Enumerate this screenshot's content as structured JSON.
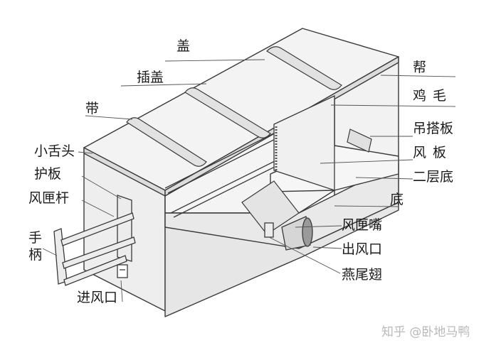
{
  "labels": {
    "gai": "盖",
    "chagai": "插盖",
    "dai": "带",
    "xiaoshetou": "小舌头",
    "huban": "护板",
    "fengxianggan": "风匣杆",
    "shou": "手",
    "bing": "柄",
    "jinfengkou": "进风口",
    "bang": "帮",
    "jimao": "鸡毛",
    "diaodaban": "吊搭板",
    "fengban": "风板",
    "erengdi": "二层底",
    "di": "底",
    "fengxiangzui": "风匣嘴",
    "chufengkou": "出风口",
    "yanweichi": "燕尾翅"
  },
  "watermark": "知乎 @卧地马鸭",
  "colors": {
    "stroke": "#3a3a3a",
    "fill": "#efefef",
    "ink": "#1a1a1a",
    "watermark": "#b9b9b9"
  }
}
